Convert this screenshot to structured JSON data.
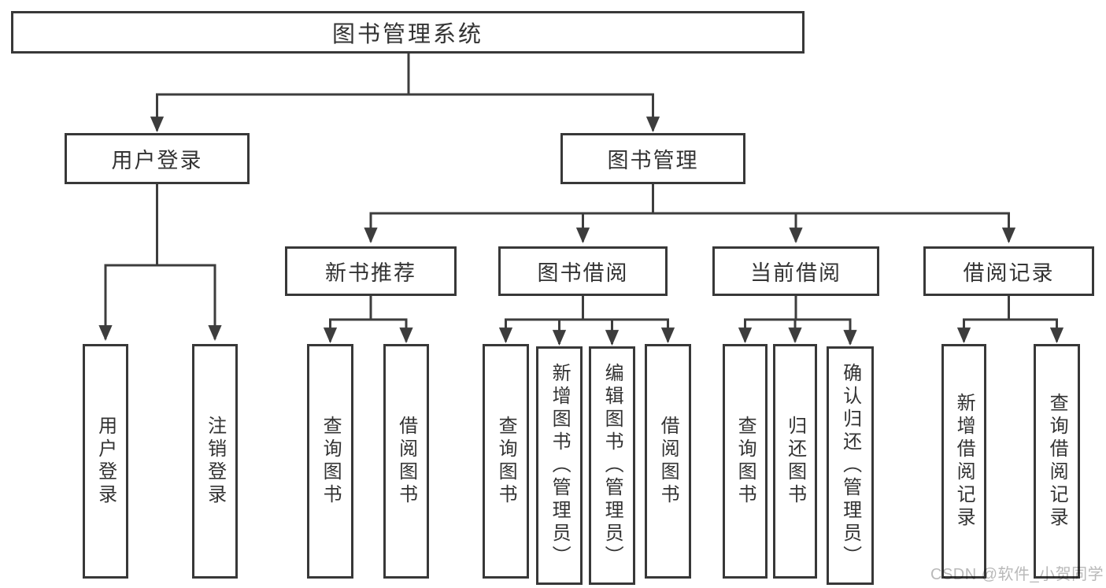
{
  "diagram_type": "hierarchy-tree",
  "tree": {
    "label": "图书管理系统",
    "children": [
      {
        "label": "用户登录",
        "children": [
          {
            "label": "用户登录"
          },
          {
            "label": "注销登录"
          }
        ]
      },
      {
        "label": "图书管理",
        "children": [
          {
            "label": "新书推荐",
            "children": [
              {
                "label": "查询图书"
              },
              {
                "label": "借阅图书"
              }
            ]
          },
          {
            "label": "图书借阅",
            "children": [
              {
                "label": "查询图书"
              },
              {
                "label": "新增图书（管理员）"
              },
              {
                "label": "编辑图书（管理员）"
              },
              {
                "label": "借阅图书"
              }
            ]
          },
          {
            "label": "当前借阅",
            "children": [
              {
                "label": "查询图书"
              },
              {
                "label": "归还图书"
              },
              {
                "label": "确认归还（管理员）"
              }
            ]
          },
          {
            "label": "借阅记录",
            "children": [
              {
                "label": "新增借阅记录"
              },
              {
                "label": "查询借阅记录"
              }
            ]
          }
        ]
      }
    ]
  },
  "watermark": {
    "text": "CSDN @软件_小贺同学"
  },
  "colors": {
    "line": "#3d3d3d",
    "box_border": "#383838",
    "box_fill": "#ffffff",
    "text": "#333333",
    "watermark": "#b9b9b9",
    "background": "#ffffff"
  }
}
